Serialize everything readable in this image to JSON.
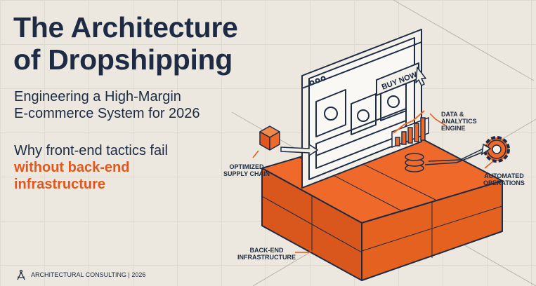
{
  "headline": {
    "line1": "The Architecture",
    "line2": "of Dropshipping"
  },
  "subheadline": {
    "line1": "Engineering a High-Margin",
    "line2": "E-commerce System for 2026"
  },
  "tagline": {
    "line1": "Why front-end tactics fail",
    "accent_line1": "without back-end",
    "accent_line2": "infrastructure"
  },
  "illustration": {
    "buy_button": "BUY NOW",
    "labels": {
      "data_engine": [
        "DATA &",
        "ANALYTICS",
        "ENGINE"
      ],
      "supply_chain": [
        "OPTIMIZED",
        "SUPPLY CHAIN"
      ],
      "automated_ops": [
        "AUTOMATED",
        "OPERATIONS"
      ],
      "backend": [
        "BACK-END",
        "INFRASTRUCTURE"
      ]
    },
    "icons": [
      "supply-box-icon",
      "analytics-chart-icon",
      "database-icon",
      "gear-wrench-icon",
      "cursor-icon"
    ]
  },
  "footer": {
    "text": "ARCHITECTURAL CONSULTING | 2026",
    "icon": "compass-icon"
  },
  "colors": {
    "accent": "#e2571d",
    "navy": "#1d2b44",
    "background": "#ece8df"
  }
}
